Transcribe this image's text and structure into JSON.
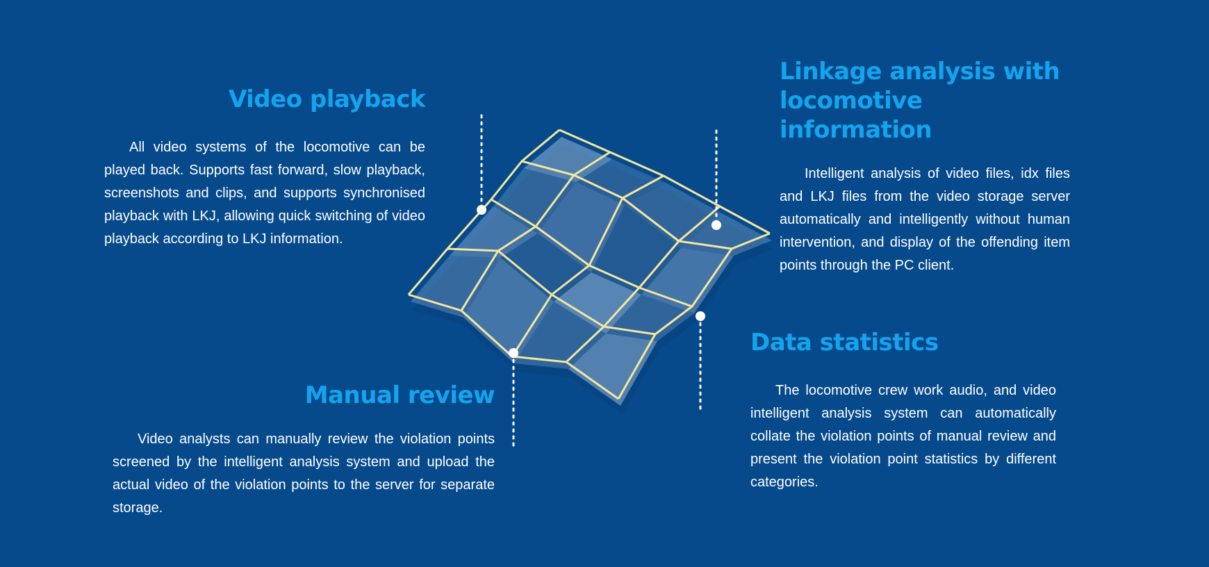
{
  "sections": {
    "video_playback": {
      "title": "Video playback",
      "body": "All video systems of the locomotive can be played back. Supports fast forward, slow playback, screenshots and clips, and supports synchronised playback with LKJ, allowing quick switching of video playback according to LKJ information."
    },
    "linkage_analysis": {
      "title": "Linkage analysis with locomotive information",
      "body": "Intelligent analysis of video files, idx files and LKJ files from the video storage server automatically and intelligently without human intervention, and display of the offending item points through the PC client."
    },
    "manual_review": {
      "title": "Manual review",
      "body": "Video analysts can manually review the violation points screened by the intelligent analysis system and upload the actual video of the violation points to the server for separate storage."
    },
    "data_statistics": {
      "title": "Data statistics",
      "body": "The locomotive crew work audio, and video intelligent analysis system can automatically collate the violation points of manual review and present the violation point statistics by different categories."
    }
  },
  "colors": {
    "background": "#064a8c",
    "title": "#14a4ee",
    "body_text": "#ffffff",
    "grid_line": "#f4e6a0",
    "panel": "#8fb2d6"
  },
  "graphic": {
    "icon": "warped-grid-surface-icon"
  }
}
